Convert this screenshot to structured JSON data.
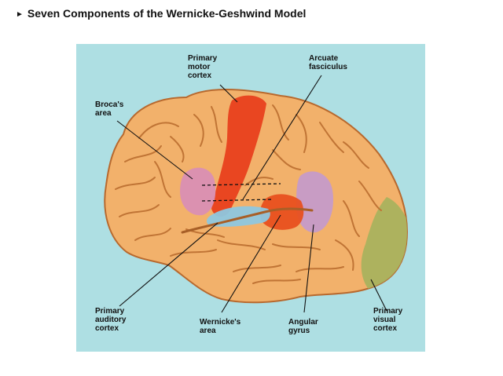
{
  "slide": {
    "bullet_icon": "triangle-right-icon",
    "title": "Seven Components of the Wernicke-Geshwind Model"
  },
  "figure": {
    "background_color": "#aedfe3",
    "labels": {
      "primary_motor_cortex": "Primary\nmotor\ncortex",
      "arcuate_fasciculus": "Arcuate\nfasciculus",
      "brocas_area": "Broca's\narea",
      "primary_auditory_cortex": "Primary\nauditory\ncortex",
      "wernickes_area": "Wernicke's\narea",
      "angular_gyrus": "Angular\ngyrus",
      "primary_visual_cortex": "Primary\nvisual\ncortex"
    },
    "region_colors": {
      "brain": "#f2b16b",
      "primary_motor_cortex": "#e8401e",
      "brocas_area": "#d98fb4",
      "wernickes_area": "#e8501f",
      "angular_gyrus": "#c59bc9",
      "primary_auditory_cortex": "#8ec7df",
      "primary_visual_cortex": "#a9b25e"
    }
  }
}
